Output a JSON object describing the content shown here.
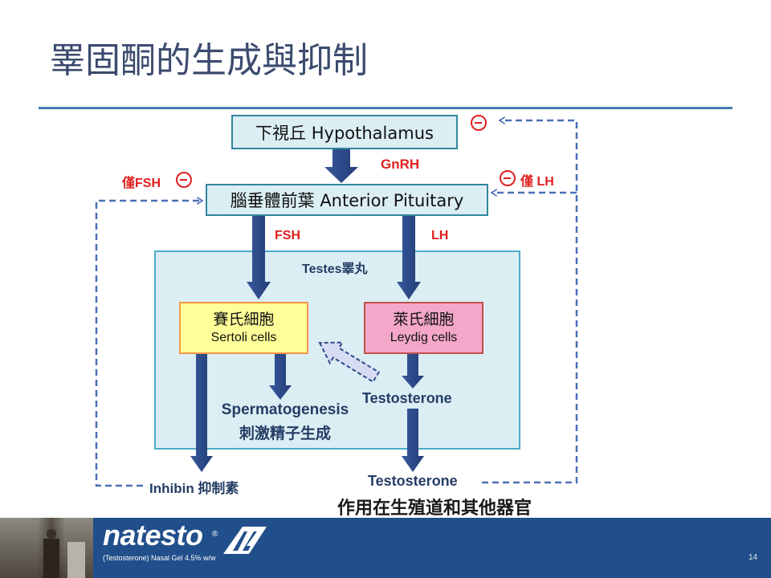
{
  "slide": {
    "title": "睪固酮的生成與抑制",
    "page_number": "14"
  },
  "diagram": {
    "hypothalamus": "下視丘 Hypothalamus",
    "gnrh": "GnRH",
    "anterior_pituitary": "腦垂體前葉 Anterior Pituitary",
    "fsh_only": "僅FSH",
    "lh_only": "僅 LH",
    "fsh": "FSH",
    "lh": "LH",
    "testes": "Testes睪丸",
    "sertoli": {
      "zh": "賽氏細胞",
      "en": "Sertoli cells"
    },
    "leydig": {
      "zh": "萊氏細胞",
      "en": "Leydig cells"
    },
    "testosterone_inner": "Testosterone",
    "spermatogenesis": {
      "en": "Spermatogenesis",
      "zh": "刺激精子生成"
    },
    "inhibin": "Inhibin 抑制素",
    "testosterone_outer": "Testosterone",
    "testosterone_effect": "作用在生殖道和其他器官",
    "inhibition_icon": "minus-circle-icon"
  },
  "footer": {
    "brand": "natesto",
    "registered": "®",
    "tagline": "(Testosterone) Nasal Gel 4.5% w/w",
    "logo_icon": "natesto-logo-icon"
  },
  "colors": {
    "title": "#3b4b6e",
    "arrow": "#2d4a8a",
    "feedback_dashed": "#4a6fb5",
    "label_red": "#e0201f",
    "box_fill": "#dbeef4",
    "sertoli_fill": "#ffff99",
    "leydig_fill": "#f4a7c9",
    "footer": "#214f8b"
  }
}
